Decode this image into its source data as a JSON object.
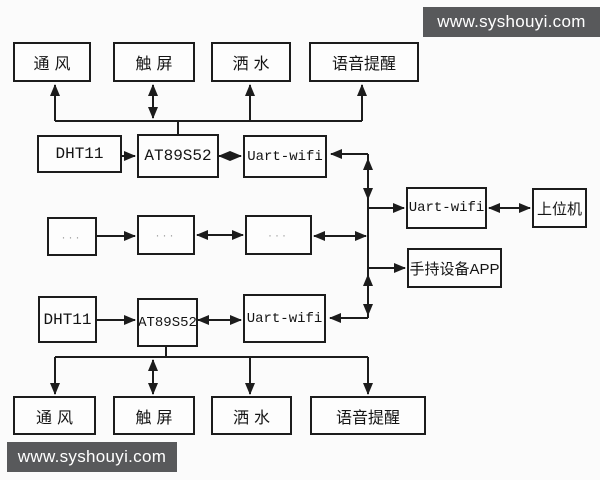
{
  "watermarks": {
    "top_right": "www.syshouyi.com",
    "bottom_left": "www.syshouyi.com"
  },
  "colors": {
    "background": "#fbfbfb",
    "line": "#1c1c1c",
    "box_border": "#1c1c1c",
    "watermark_bg": "#58595b",
    "watermark_text": "#ffffff"
  },
  "nodes": {
    "top_fan": {
      "label": "通风"
    },
    "top_touch": {
      "label": "触屏"
    },
    "top_spray": {
      "label": "洒水"
    },
    "top_voice": {
      "label": "语音提醒"
    },
    "top_dht": {
      "label": "DHT11"
    },
    "top_mcu": {
      "label": "AT89S52"
    },
    "top_wifi": {
      "label": "Uart-wifi"
    },
    "mid_dots_1": {
      "label": "···"
    },
    "mid_dots_2": {
      "label": "···"
    },
    "mid_dots_3": {
      "label": "···"
    },
    "right_wifi": {
      "label": "Uart-wifi"
    },
    "host": {
      "label": "上位机"
    },
    "app": {
      "label": "手持设备APP"
    },
    "bottom_dht": {
      "label": "DHT11"
    },
    "bottom_mcu": {
      "label": "AT89S52"
    },
    "bottom_wifi": {
      "label": "Uart-wifi"
    },
    "bottom_fan": {
      "label": "通风"
    },
    "bottom_touch": {
      "label": "触屏"
    },
    "bottom_spray": {
      "label": "洒水"
    },
    "bottom_voice": {
      "label": "语音提醒"
    }
  },
  "edges": [
    {
      "from": "top_dht",
      "to": "top_mcu",
      "type": "arrow"
    },
    {
      "from": "top_mcu",
      "to": "top_wifi",
      "type": "double-arrow"
    },
    {
      "from": "top_mcu",
      "to": "top_fan",
      "type": "arrow-via-bus"
    },
    {
      "from": "top_mcu",
      "to": "top_touch",
      "type": "double-arrow-via-bus"
    },
    {
      "from": "top_mcu",
      "to": "top_spray",
      "type": "arrow-via-bus"
    },
    {
      "from": "top_mcu",
      "to": "top_voice",
      "type": "arrow-via-bus"
    },
    {
      "from": "top_wifi",
      "to": "main_bus",
      "type": "double-arrow"
    },
    {
      "from": "main_bus",
      "to": "right_wifi",
      "type": "arrow"
    },
    {
      "from": "right_wifi",
      "to": "host",
      "type": "double-arrow"
    },
    {
      "from": "main_bus",
      "to": "app",
      "type": "arrow"
    },
    {
      "from": "mid_dots_1",
      "to": "mid_dots_2",
      "type": "arrow"
    },
    {
      "from": "mid_dots_2",
      "to": "mid_dots_3",
      "type": "double-arrow"
    },
    {
      "from": "mid_dots_3",
      "to": "main_bus",
      "type": "double-arrow"
    },
    {
      "from": "bottom_dht",
      "to": "bottom_mcu",
      "type": "arrow"
    },
    {
      "from": "bottom_mcu",
      "to": "bottom_wifi",
      "type": "double-arrow"
    },
    {
      "from": "bottom_wifi",
      "to": "main_bus",
      "type": "double-arrow"
    },
    {
      "from": "bottom_mcu",
      "to": "bottom_fan",
      "type": "arrow-via-bus"
    },
    {
      "from": "bottom_mcu",
      "to": "bottom_touch",
      "type": "double-arrow-via-bus"
    },
    {
      "from": "bottom_mcu",
      "to": "bottom_spray",
      "type": "arrow-via-bus"
    },
    {
      "from": "bottom_mcu",
      "to": "bottom_voice",
      "type": "arrow-via-bus"
    }
  ]
}
